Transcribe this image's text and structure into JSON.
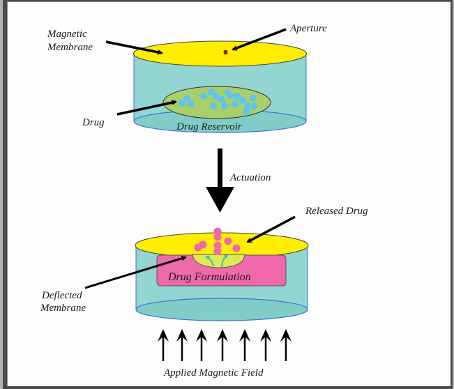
{
  "diagram": {
    "top_device": {
      "labels": {
        "magnetic_membrane_line1": "Magnetic",
        "magnetic_membrane_line2": "Membrane",
        "aperture": "Aperture",
        "drug": "Drug",
        "drug_reservoir": "Drug Reservoir"
      }
    },
    "transition": {
      "label": "Actuation"
    },
    "bottom_device": {
      "labels": {
        "released_drug": "Released Drug",
        "drug_formulation": "Drug Formulation",
        "deflected_membrane_line1": "Deflected",
        "deflected_membrane_line2": "Membrane",
        "applied_field": "Applied Magnetic Field"
      },
      "field_arrow_count": 7
    },
    "colors": {
      "membrane": "#ffee00",
      "cylinder": "#93d5d0",
      "cylinder_edge": "#3a6fd8",
      "reservoir": "#a8cf6a",
      "drug_particles": "#5ec3f0",
      "formulation": "#ef69ab",
      "released_particles": "#ec6aa9",
      "flow_arrows": "#2fbfb3",
      "aperture": "#8b2a08"
    }
  }
}
